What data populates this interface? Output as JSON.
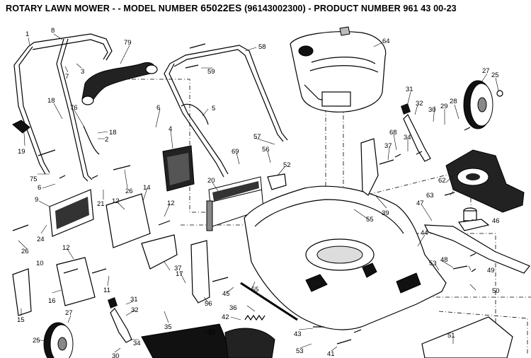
{
  "header": {
    "title_prefix": "ROTARY LAWN MOWER - - MODEL NUMBER ",
    "model_number": "65022ES",
    "title_suffix": " (96143002300) - PRODUCT NUMBER 961 43 00-23"
  },
  "parts": [
    {
      "id": "p1",
      "label": "1"
    },
    {
      "id": "p8",
      "label": "8"
    },
    {
      "id": "p3",
      "label": "3"
    },
    {
      "id": "p7",
      "label": "7"
    },
    {
      "id": "p79",
      "label": "79"
    },
    {
      "id": "p58",
      "label": "58"
    },
    {
      "id": "p59",
      "label": "59"
    },
    {
      "id": "p64",
      "label": "64"
    },
    {
      "id": "p27a",
      "label": "27"
    },
    {
      "id": "p25a",
      "label": "25"
    },
    {
      "id": "p18a",
      "label": "18"
    },
    {
      "id": "p76",
      "label": "76"
    },
    {
      "id": "p18b",
      "label": "18"
    },
    {
      "id": "p2",
      "label": "2"
    },
    {
      "id": "p6a",
      "label": "6"
    },
    {
      "id": "p5",
      "label": "5"
    },
    {
      "id": "p31a",
      "label": "31"
    },
    {
      "id": "p32a",
      "label": "32"
    },
    {
      "id": "p30",
      "label": "30"
    },
    {
      "id": "p29",
      "label": "29"
    },
    {
      "id": "p28",
      "label": "28"
    },
    {
      "id": "p19",
      "label": "19"
    },
    {
      "id": "p4",
      "label": "4"
    },
    {
      "id": "p57",
      "label": "57"
    },
    {
      "id": "p68",
      "label": "68"
    },
    {
      "id": "p34a",
      "label": "34"
    },
    {
      "id": "p69",
      "label": "69"
    },
    {
      "id": "p56a",
      "label": "56"
    },
    {
      "id": "p37a",
      "label": "37"
    },
    {
      "id": "p75",
      "label": "75"
    },
    {
      "id": "p52",
      "label": "52"
    },
    {
      "id": "p6b",
      "label": "6"
    },
    {
      "id": "p26a",
      "label": "26"
    },
    {
      "id": "p20",
      "label": "20"
    },
    {
      "id": "p14",
      "label": "14"
    },
    {
      "id": "p62",
      "label": "62"
    },
    {
      "id": "p9",
      "label": "9"
    },
    {
      "id": "p21",
      "label": "21"
    },
    {
      "id": "p12a",
      "label": "12"
    },
    {
      "id": "p63",
      "label": "63"
    },
    {
      "id": "p12b",
      "label": "12"
    },
    {
      "id": "p39",
      "label": "39"
    },
    {
      "id": "p47",
      "label": "47"
    },
    {
      "id": "p55a",
      "label": "55"
    },
    {
      "id": "p46",
      "label": "46"
    },
    {
      "id": "p26b",
      "label": "26"
    },
    {
      "id": "p24",
      "label": "24"
    },
    {
      "id": "p44",
      "label": "44"
    },
    {
      "id": "p12c",
      "label": "12"
    },
    {
      "id": "p48",
      "label": "48"
    },
    {
      "id": "p10",
      "label": "10"
    },
    {
      "id": "p17",
      "label": "17"
    },
    {
      "id": "p53a",
      "label": "53"
    },
    {
      "id": "p49",
      "label": "49"
    },
    {
      "id": "p37b",
      "label": "37"
    },
    {
      "id": "p11",
      "label": "11"
    },
    {
      "id": "p45",
      "label": "45"
    },
    {
      "id": "p55b",
      "label": "55"
    },
    {
      "id": "p15",
      "label": "15"
    },
    {
      "id": "p16",
      "label": "16"
    },
    {
      "id": "p31b",
      "label": "31"
    },
    {
      "id": "p50",
      "label": "50"
    },
    {
      "id": "p56b",
      "label": "56"
    },
    {
      "id": "p32b",
      "label": "32"
    },
    {
      "id": "p36",
      "label": "36"
    },
    {
      "id": "p42",
      "label": "42"
    },
    {
      "id": "p27b",
      "label": "27"
    },
    {
      "id": "p35",
      "label": "35"
    },
    {
      "id": "p33",
      "label": "33"
    },
    {
      "id": "p43",
      "label": "43"
    },
    {
      "id": "p51",
      "label": "51"
    },
    {
      "id": "p25b",
      "label": "25"
    },
    {
      "id": "p34b",
      "label": "34"
    },
    {
      "id": "p53b",
      "label": "53"
    },
    {
      "id": "p41",
      "label": "41"
    },
    {
      "id": "p30b",
      "label": "30"
    }
  ]
}
